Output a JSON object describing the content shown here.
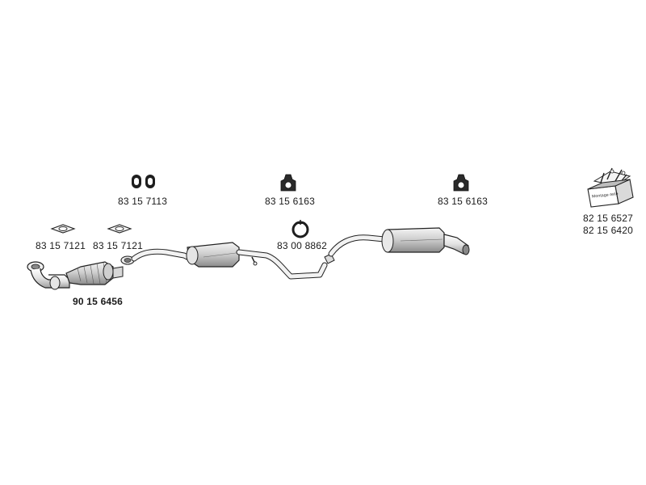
{
  "parts": {
    "rubber_mount_double": {
      "number": "83 15 7113",
      "icon": "double-rubber-mount-icon"
    },
    "hanger_middle": {
      "number": "83 15 6163",
      "icon": "rubber-hanger-icon"
    },
    "hanger_rear": {
      "number": "83 15 6163",
      "icon": "rubber-hanger-icon"
    },
    "gasket_front_1": {
      "number": "83 15 7121",
      "icon": "flange-gasket-icon"
    },
    "gasket_front_2": {
      "number": "83 15 7121",
      "icon": "flange-gasket-icon"
    },
    "clamp": {
      "number": "83 00 8862",
      "icon": "pipe-clamp-icon"
    },
    "front_pipe_catalyst": {
      "number": "90 15 6456"
    },
    "mounting_kit": {
      "box_label": "Montage-teile",
      "number_1": "82 15 6527",
      "number_2": "82 15 6420",
      "icon": "mounting-kit-box-icon"
    }
  },
  "colors": {
    "line": "#222222",
    "fill_light": "#e9e9e9",
    "fill_mid": "#c9c9c9",
    "fill_dark": "#8a8a8a"
  }
}
